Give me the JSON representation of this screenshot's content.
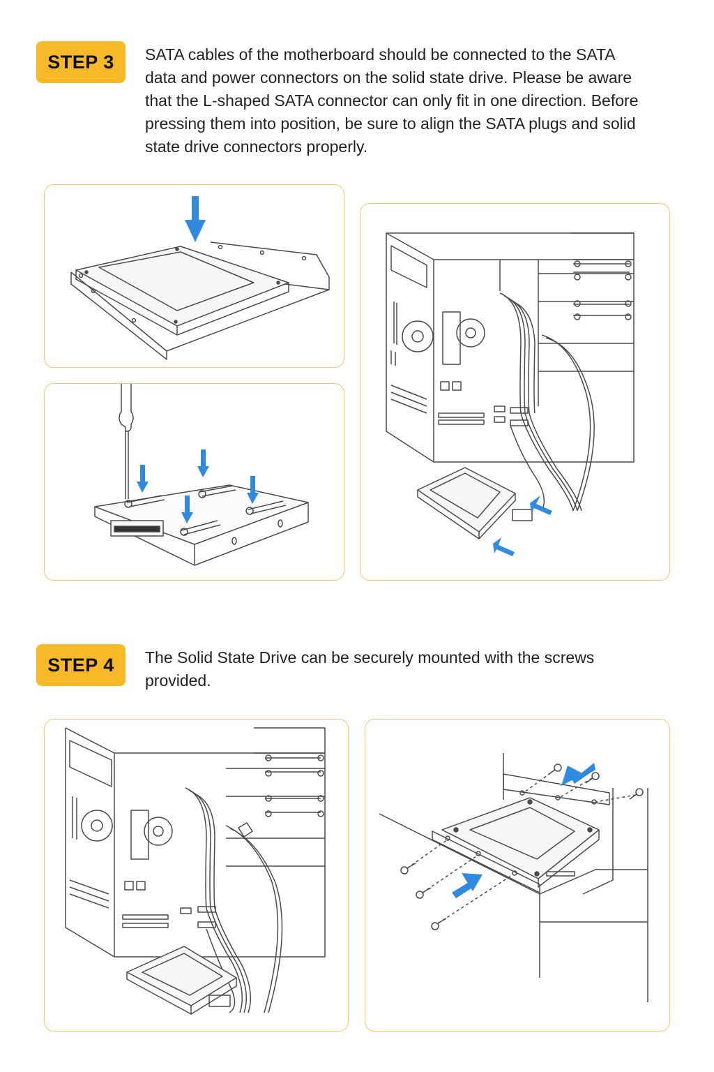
{
  "step3": {
    "badge": "STEP 3",
    "text": "SATA cables of the motherboard should be connected to the SATA data and power connectors on the solid state drive. Please be aware that the L-shaped SATA connector can only fit in one direction. Before pressing them into position, be sure to align the SATA plugs and solid state drive connectors properly."
  },
  "step4": {
    "badge": "STEP 4",
    "text": "The Solid State Drive can be securely mounted with the screws provided."
  },
  "colors": {
    "accent": "#f7b928",
    "panel_border": "#f2c766",
    "arrow": "#2f8ae0",
    "line_art": "#4a4a4a"
  }
}
